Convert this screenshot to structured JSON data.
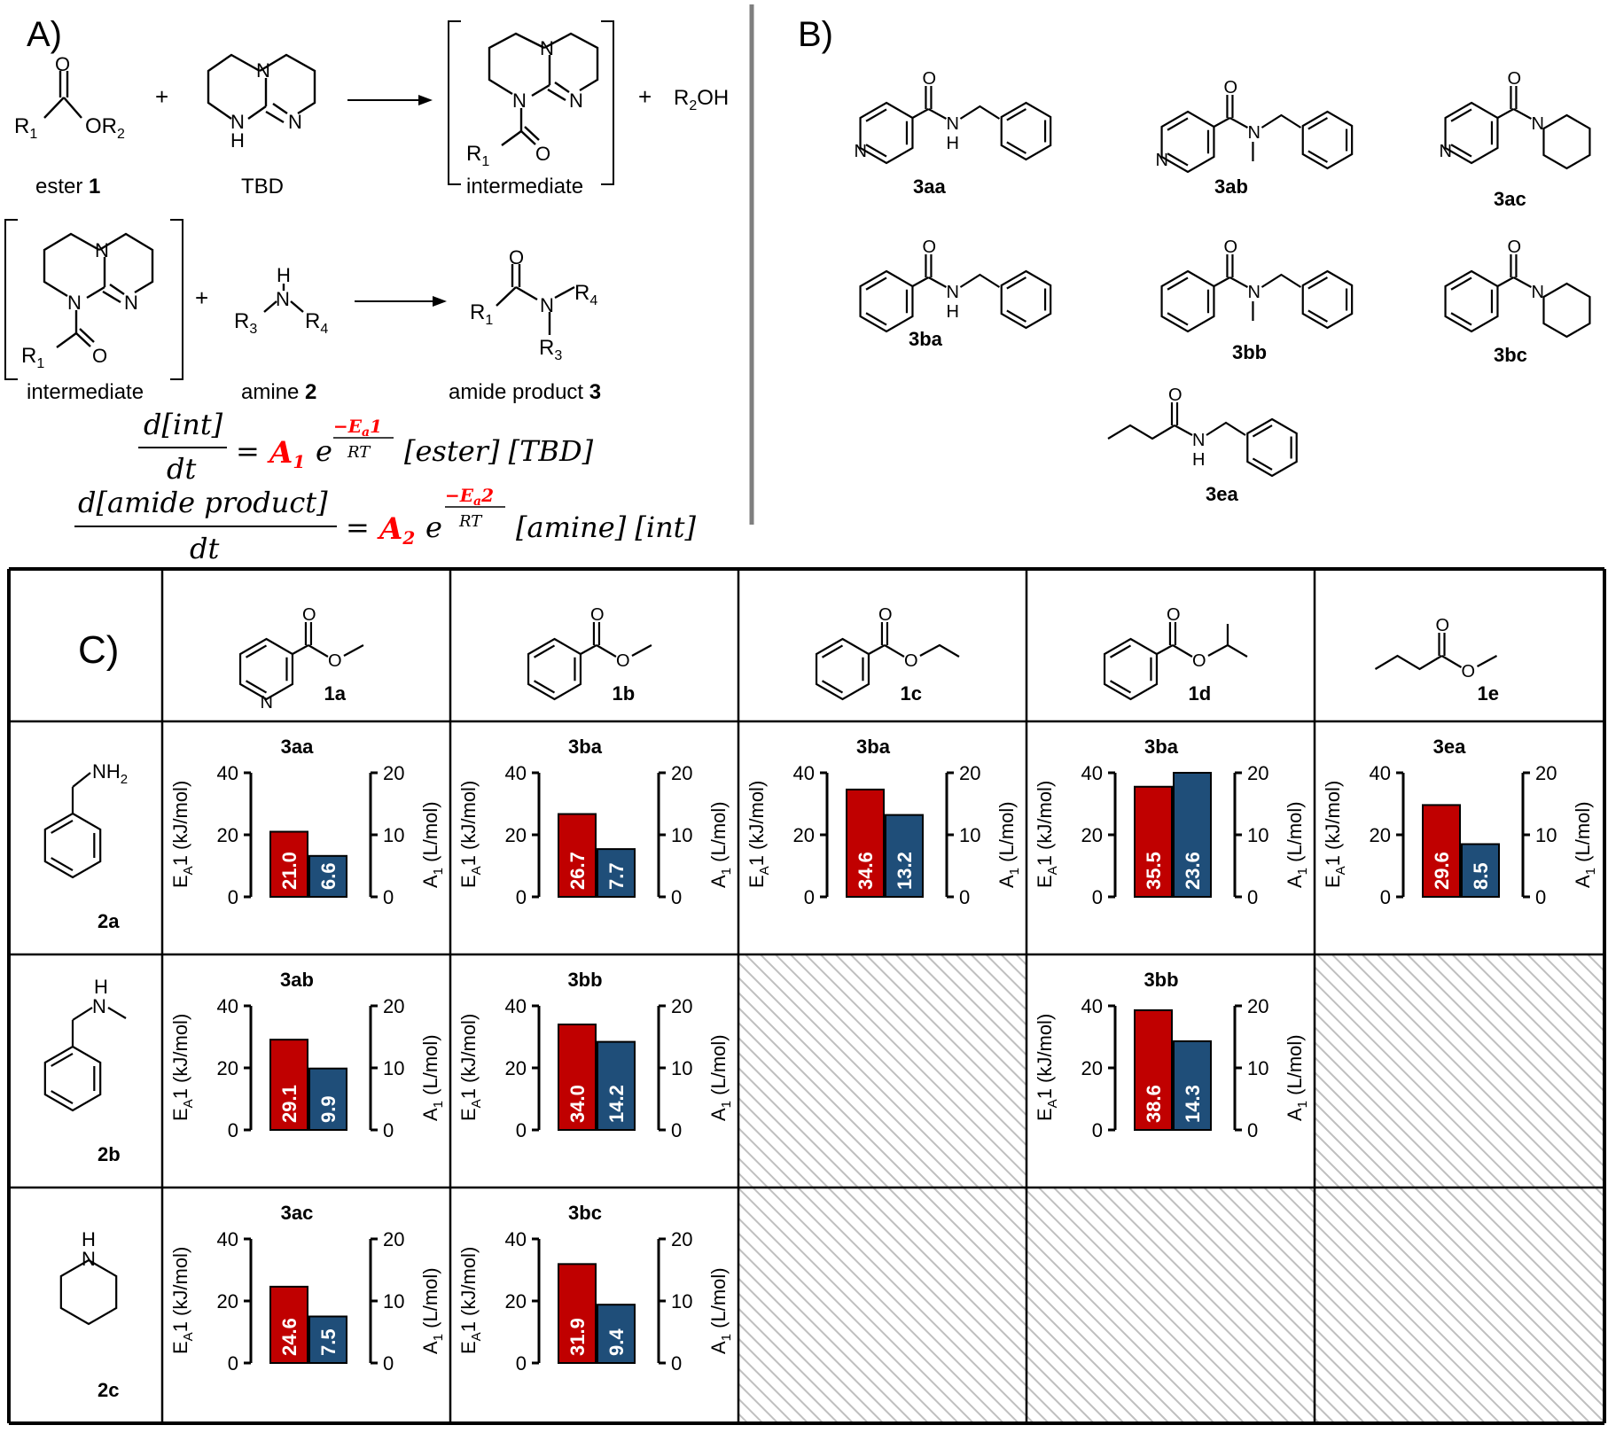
{
  "panel_a": {
    "label": "A)",
    "r1_ester": "R",
    "r1_sub": "1",
    "or2": "OR",
    "or2_sub": "2",
    "o": "O",
    "n": "N",
    "h": "H",
    "plus": "+",
    "ester_caption": "ester",
    "ester_num": "1",
    "tbd_caption": "TBD",
    "intermediate_caption": "intermediate",
    "r2oh": "R",
    "r2oh_sub": "2",
    "r2oh_tail": "OH",
    "amine_caption": "amine",
    "amine_num": "2",
    "amide_caption": "amide product",
    "amide_num": "3",
    "r3": "R",
    "r3_sub": "3",
    "r4": "R",
    "r4_sub": "4",
    "eq1": {
      "lhs_num": "d[int]",
      "lhs_den": "dt",
      "eq": "=",
      "A": "A",
      "A_sub": "1",
      "e": "e",
      "exp_num": "−E",
      "exp_num_sub": "a",
      "exp_num_tail": "1",
      "exp_den": "RT",
      "rest": "[ester] [TBD]"
    },
    "eq2": {
      "lhs_num": "d[amide product]",
      "lhs_den": "dt",
      "eq": "=",
      "A": "A",
      "A_sub": "2",
      "e": "e",
      "exp_num": "−E",
      "exp_num_sub": "a",
      "exp_num_tail": "2",
      "exp_den": "RT",
      "rest": "[amine] [int]"
    }
  },
  "panel_b": {
    "label": "B)",
    "products": [
      "3aa",
      "3ab",
      "3ac",
      "3ba",
      "3bb",
      "3bc",
      "3ea"
    ]
  },
  "panel_c": {
    "label": "C)",
    "esters": [
      "1a",
      "1b",
      "1c",
      "1d",
      "1e"
    ],
    "amines": [
      "2a",
      "2b",
      "2c"
    ],
    "nh2": "NH",
    "nh2_sub": "2"
  },
  "axis": {
    "left_label": "E",
    "left_sub": "A",
    "left_tail": "1 (kJ/mol)",
    "right_label": "A",
    "right_sub": "1",
    "right_tail": " (L/mol)",
    "left_ticks": [
      "0",
      "20",
      "40"
    ],
    "right_ticks": [
      "0",
      "10",
      "20"
    ]
  },
  "colors": {
    "ea_bar": "#C00000",
    "a_bar": "#1F4E79",
    "hatch": "#BFBFBF",
    "accent_red": "#FF0000"
  },
  "chart_data": {
    "type": "bar",
    "title": "",
    "left_axis": {
      "label": "EA1 (kJ/mol)",
      "ylim": [
        0,
        40
      ]
    },
    "right_axis": {
      "label": "A1 (L/mol)",
      "ylim": [
        0,
        20
      ]
    },
    "grid": false,
    "series_names": [
      "EA1 (kJ/mol)",
      "A1 (L/mol)"
    ],
    "cells": [
      {
        "amine": "2a",
        "ester": "1a",
        "product": "3aa",
        "ea": 21.0,
        "a": 6.6
      },
      {
        "amine": "2a",
        "ester": "1b",
        "product": "3ba",
        "ea": 26.7,
        "a": 7.7
      },
      {
        "amine": "2a",
        "ester": "1c",
        "product": "3ba",
        "ea": 34.6,
        "a": 13.2
      },
      {
        "amine": "2a",
        "ester": "1d",
        "product": "3ba",
        "ea": 35.5,
        "a": 23.6
      },
      {
        "amine": "2a",
        "ester": "1e",
        "product": "3ea",
        "ea": 29.6,
        "a": 8.5
      },
      {
        "amine": "2b",
        "ester": "1a",
        "product": "3ab",
        "ea": 29.1,
        "a": 9.9
      },
      {
        "amine": "2b",
        "ester": "1b",
        "product": "3bb",
        "ea": 34.0,
        "a": 14.2
      },
      {
        "amine": "2b",
        "ester": "1d",
        "product": "3bb",
        "ea": 38.6,
        "a": 14.3
      },
      {
        "amine": "2c",
        "ester": "1a",
        "product": "3ac",
        "ea": 24.6,
        "a": 7.5
      },
      {
        "amine": "2c",
        "ester": "1b",
        "product": "3bc",
        "ea": 31.9,
        "a": 9.4
      }
    ],
    "empty_cells": [
      {
        "amine": "2b",
        "ester": "1c"
      },
      {
        "amine": "2b",
        "ester": "1e"
      },
      {
        "amine": "2c",
        "ester": "1c"
      },
      {
        "amine": "2c",
        "ester": "1d"
      },
      {
        "amine": "2c",
        "ester": "1e"
      }
    ]
  }
}
